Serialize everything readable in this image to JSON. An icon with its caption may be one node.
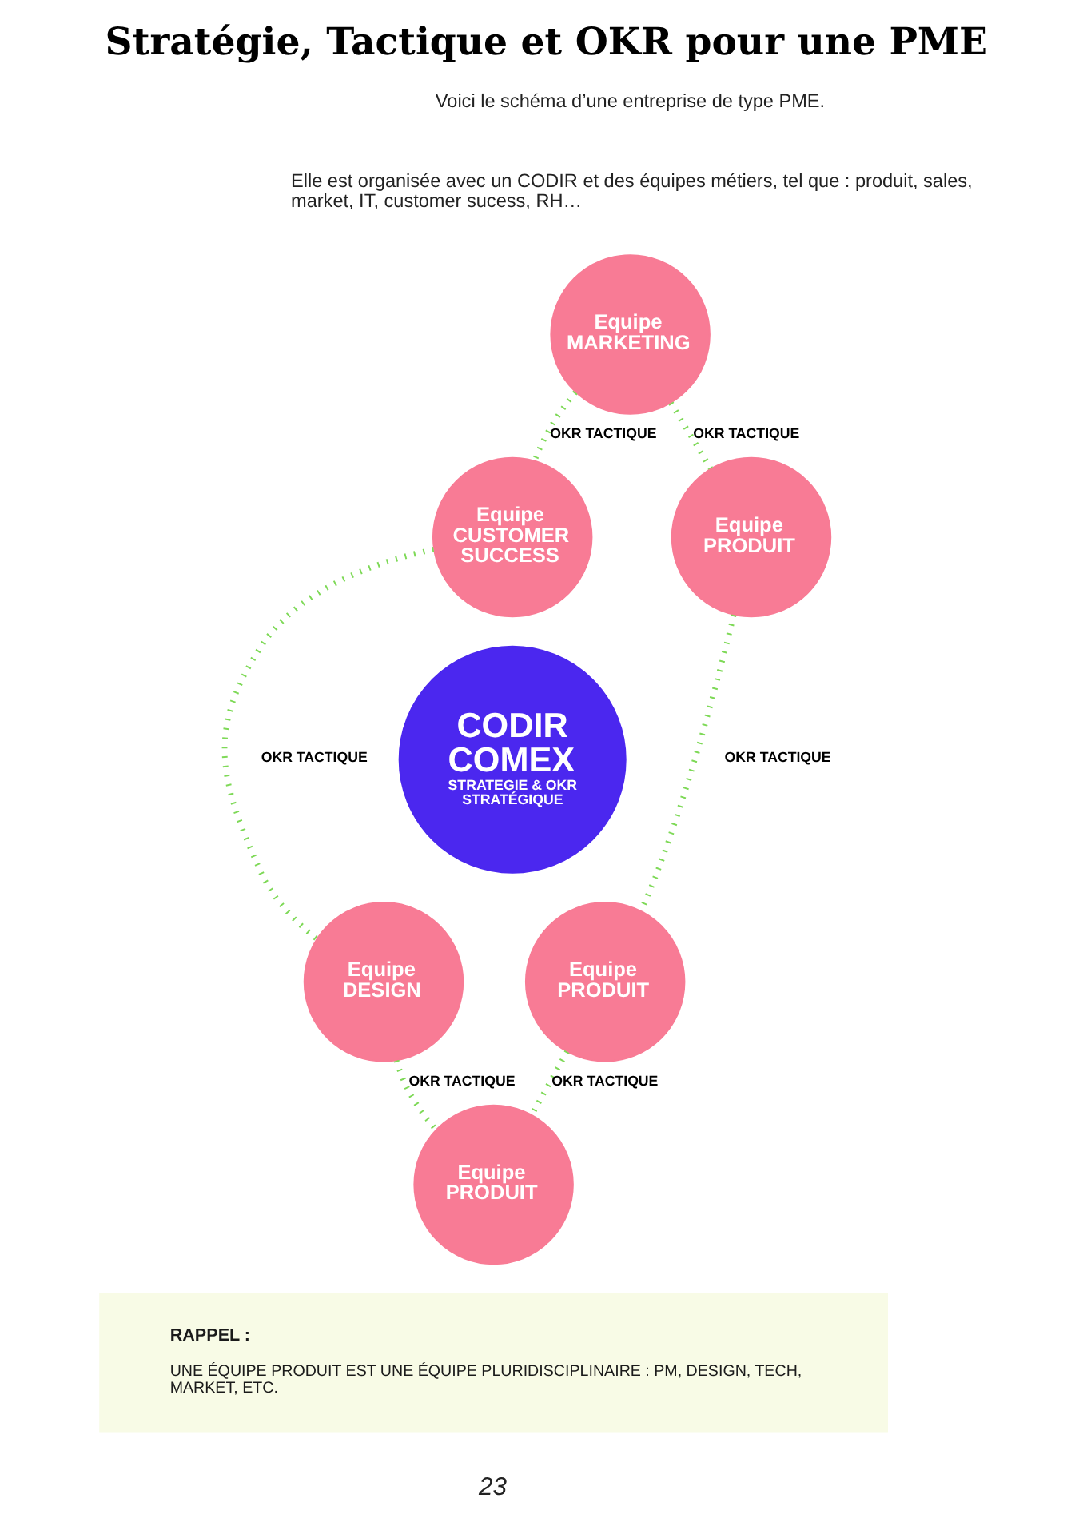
{
  "diagram": {
    "title": "Stratégie, Tactique et OKR pour une PME",
    "nodes": [
      {
        "text": [
          "Equipe MARKETING"
        ]
      },
      {
        "text": [
          "Equipe CUSTOMER SUCCESS"
        ]
      },
      {
        "text": [
          "Equipe PRODUIT"
        ]
      },
      {
        "text": [
          "CODIR COMEX",
          "STRATEGIE & OKR STRATÉGIQUE"
        ]
      },
      {
        "text": [
          "Equipe DESIGN"
        ]
      },
      {
        "text": [
          "Equipe PRODUIT"
        ]
      },
      {
        "text": [
          "Equipe PRODUIT"
        ]
      },
      {
        "text": [
          "RAPPEL :",
          "UNE ÉQUIPE PRODUIT EST UNE ÉQUIPE PLURIDISCIPLINAIRE : PM, DESIGN, TECH, MARKET, ETC."
        ]
      }
    ],
    "edges": [
      {
        "from": 0,
        "to": 1,
        "arrow": "none",
        "label": "OKR TACTIQUE",
        "style": "dashed",
        "color": "#7ed957"
      },
      {
        "from": 0,
        "to": 2,
        "arrow": "none",
        "label": "OKR TACTIQUE",
        "style": "dashed",
        "color": "#7ed957"
      },
      {
        "from": 1,
        "to": 4,
        "arrow": "none",
        "label": "OKR TACTIQUE",
        "style": "dashed",
        "color": "#7ed957"
      },
      {
        "from": 2,
        "to": 5,
        "arrow": "none",
        "label": "OKR TACTIQUE",
        "style": "dashed",
        "color": "#7ed957"
      },
      {
        "from": 4,
        "to": 6,
        "arrow": "none",
        "label": "OKR TACTIQUE",
        "style": "dashed",
        "color": "#7ed957"
      },
      {
        "from": 5,
        "to": 6,
        "arrow": "none",
        "label": "OKR TACTIQUE",
        "style": "dashed",
        "color": "#7ed957"
      }
    ],
    "labels": [
      "Voici le schéma d’une entreprise de type PME.",
      "Elle est organisée avec un CODIR et des équipes métiers, tel que : produit, sales, market, IT, customer sucess, RH…",
      "23"
    ]
  }
}
